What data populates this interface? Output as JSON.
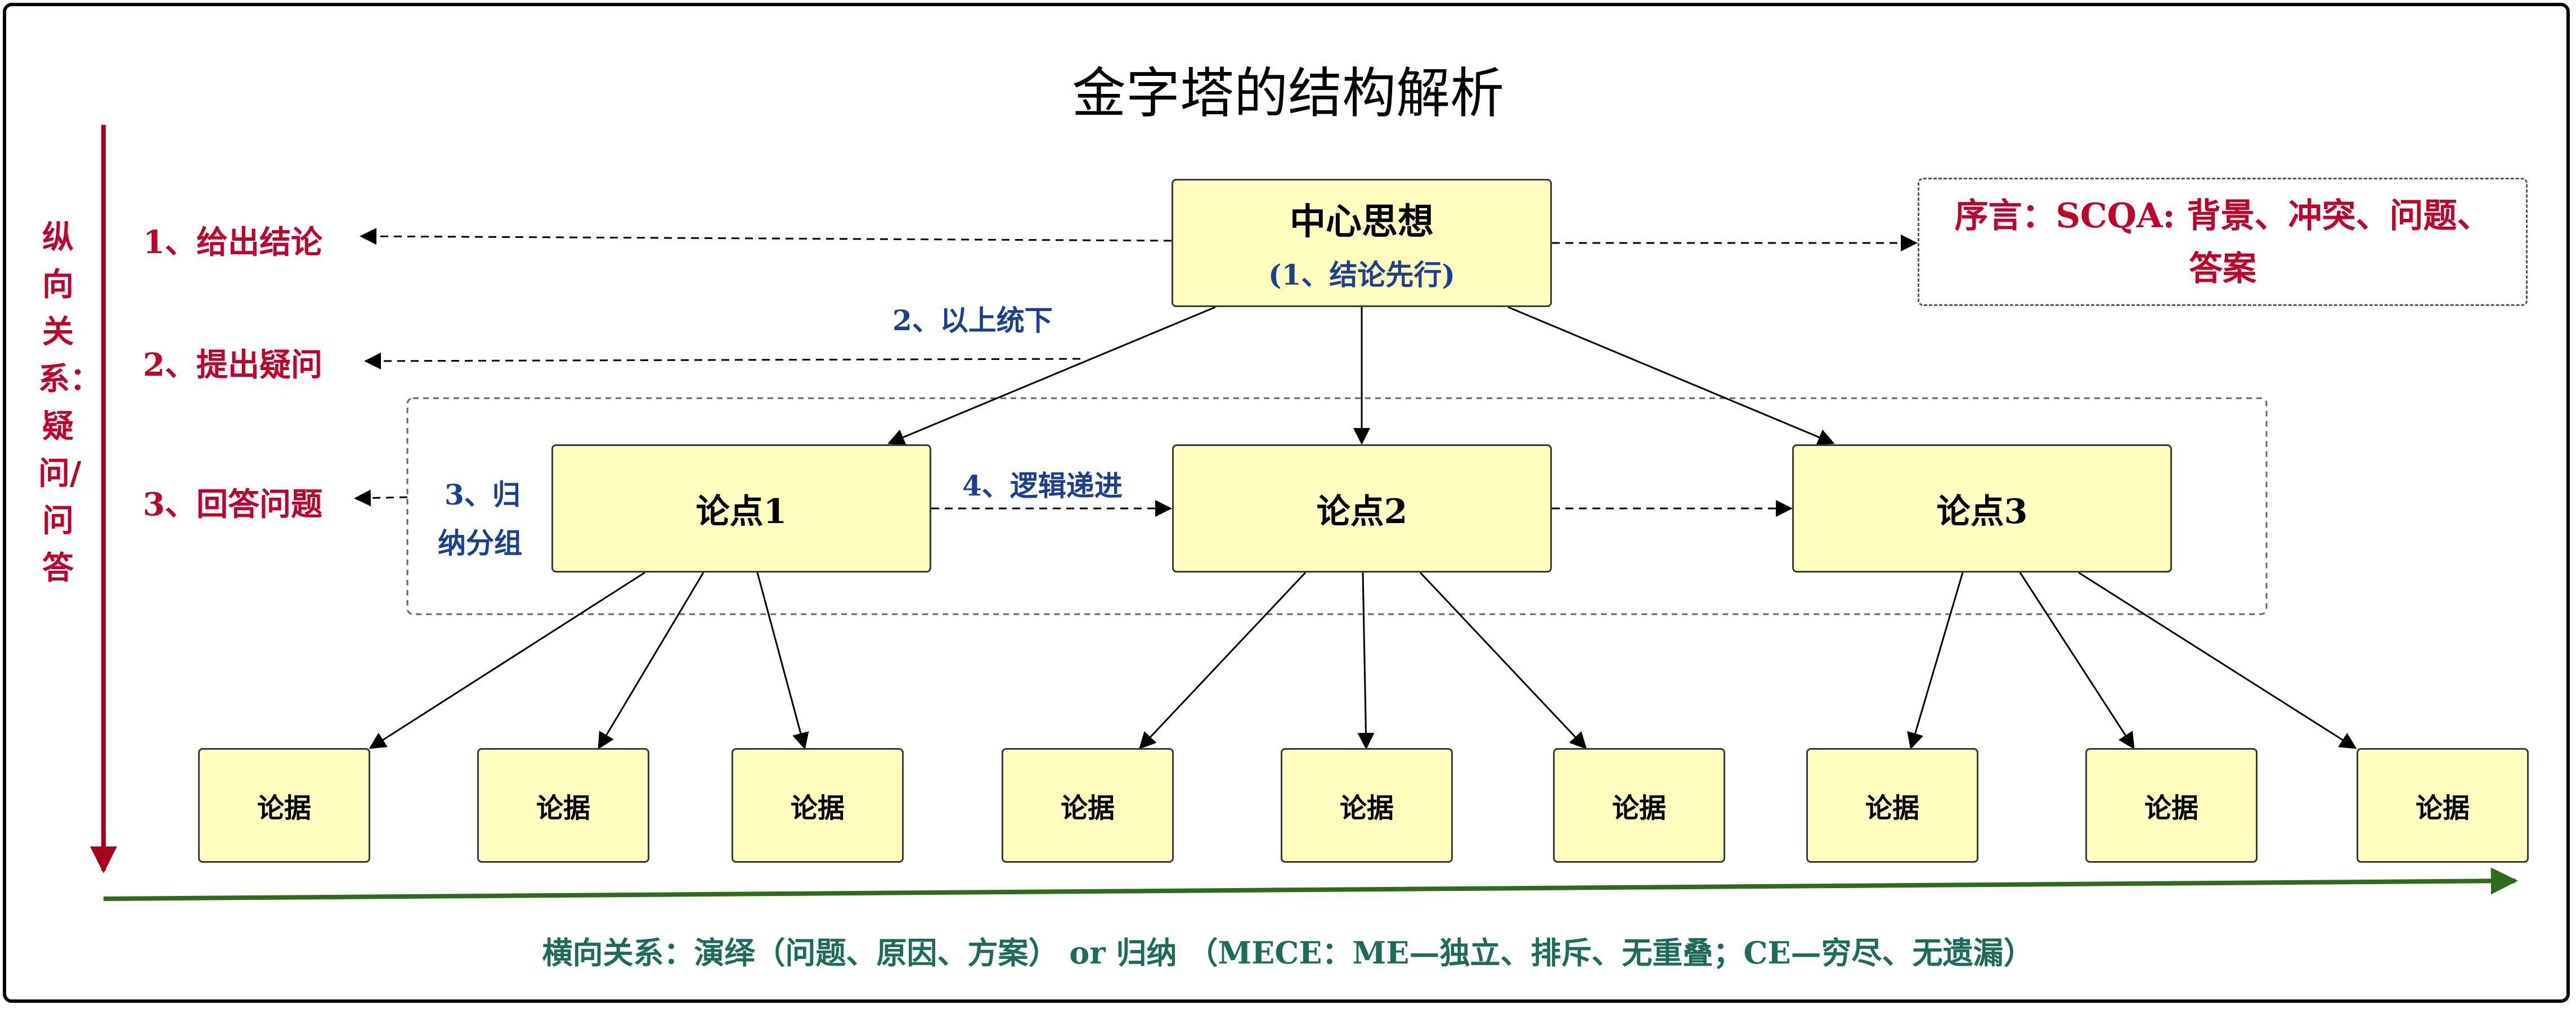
{
  "title": "金字塔的结构解析",
  "center": {
    "main": "中心思想",
    "sub": "(1、结论先行)"
  },
  "points": [
    "论点1",
    "论点2",
    "论点3"
  ],
  "evidence_label": "论据",
  "left_steps": [
    "1、给出结论",
    "2、提出疑问",
    "3、回答问题"
  ],
  "vertical_label": "纵向关系：疑问/问答",
  "preface": "序言：SCQA: 背景、冲突、问题、答案",
  "annotations": {
    "top_down": "2、以上统下",
    "group_line1": "3、归",
    "group_line2": "纳分组",
    "logic": "4、逻辑递进"
  },
  "horizontal_label": "横向关系：演绎（问题、原因、方案） or 归纳 （MECE：ME—独立、排斥、无重叠；CE—穷尽、无遗漏）",
  "colors": {
    "box_fill": "#fffdbf",
    "red": "#c0002a",
    "blue": "#1c3f8f",
    "green_arrow": "#2e6b1a",
    "dark_red_arrow": "#a8001f"
  }
}
